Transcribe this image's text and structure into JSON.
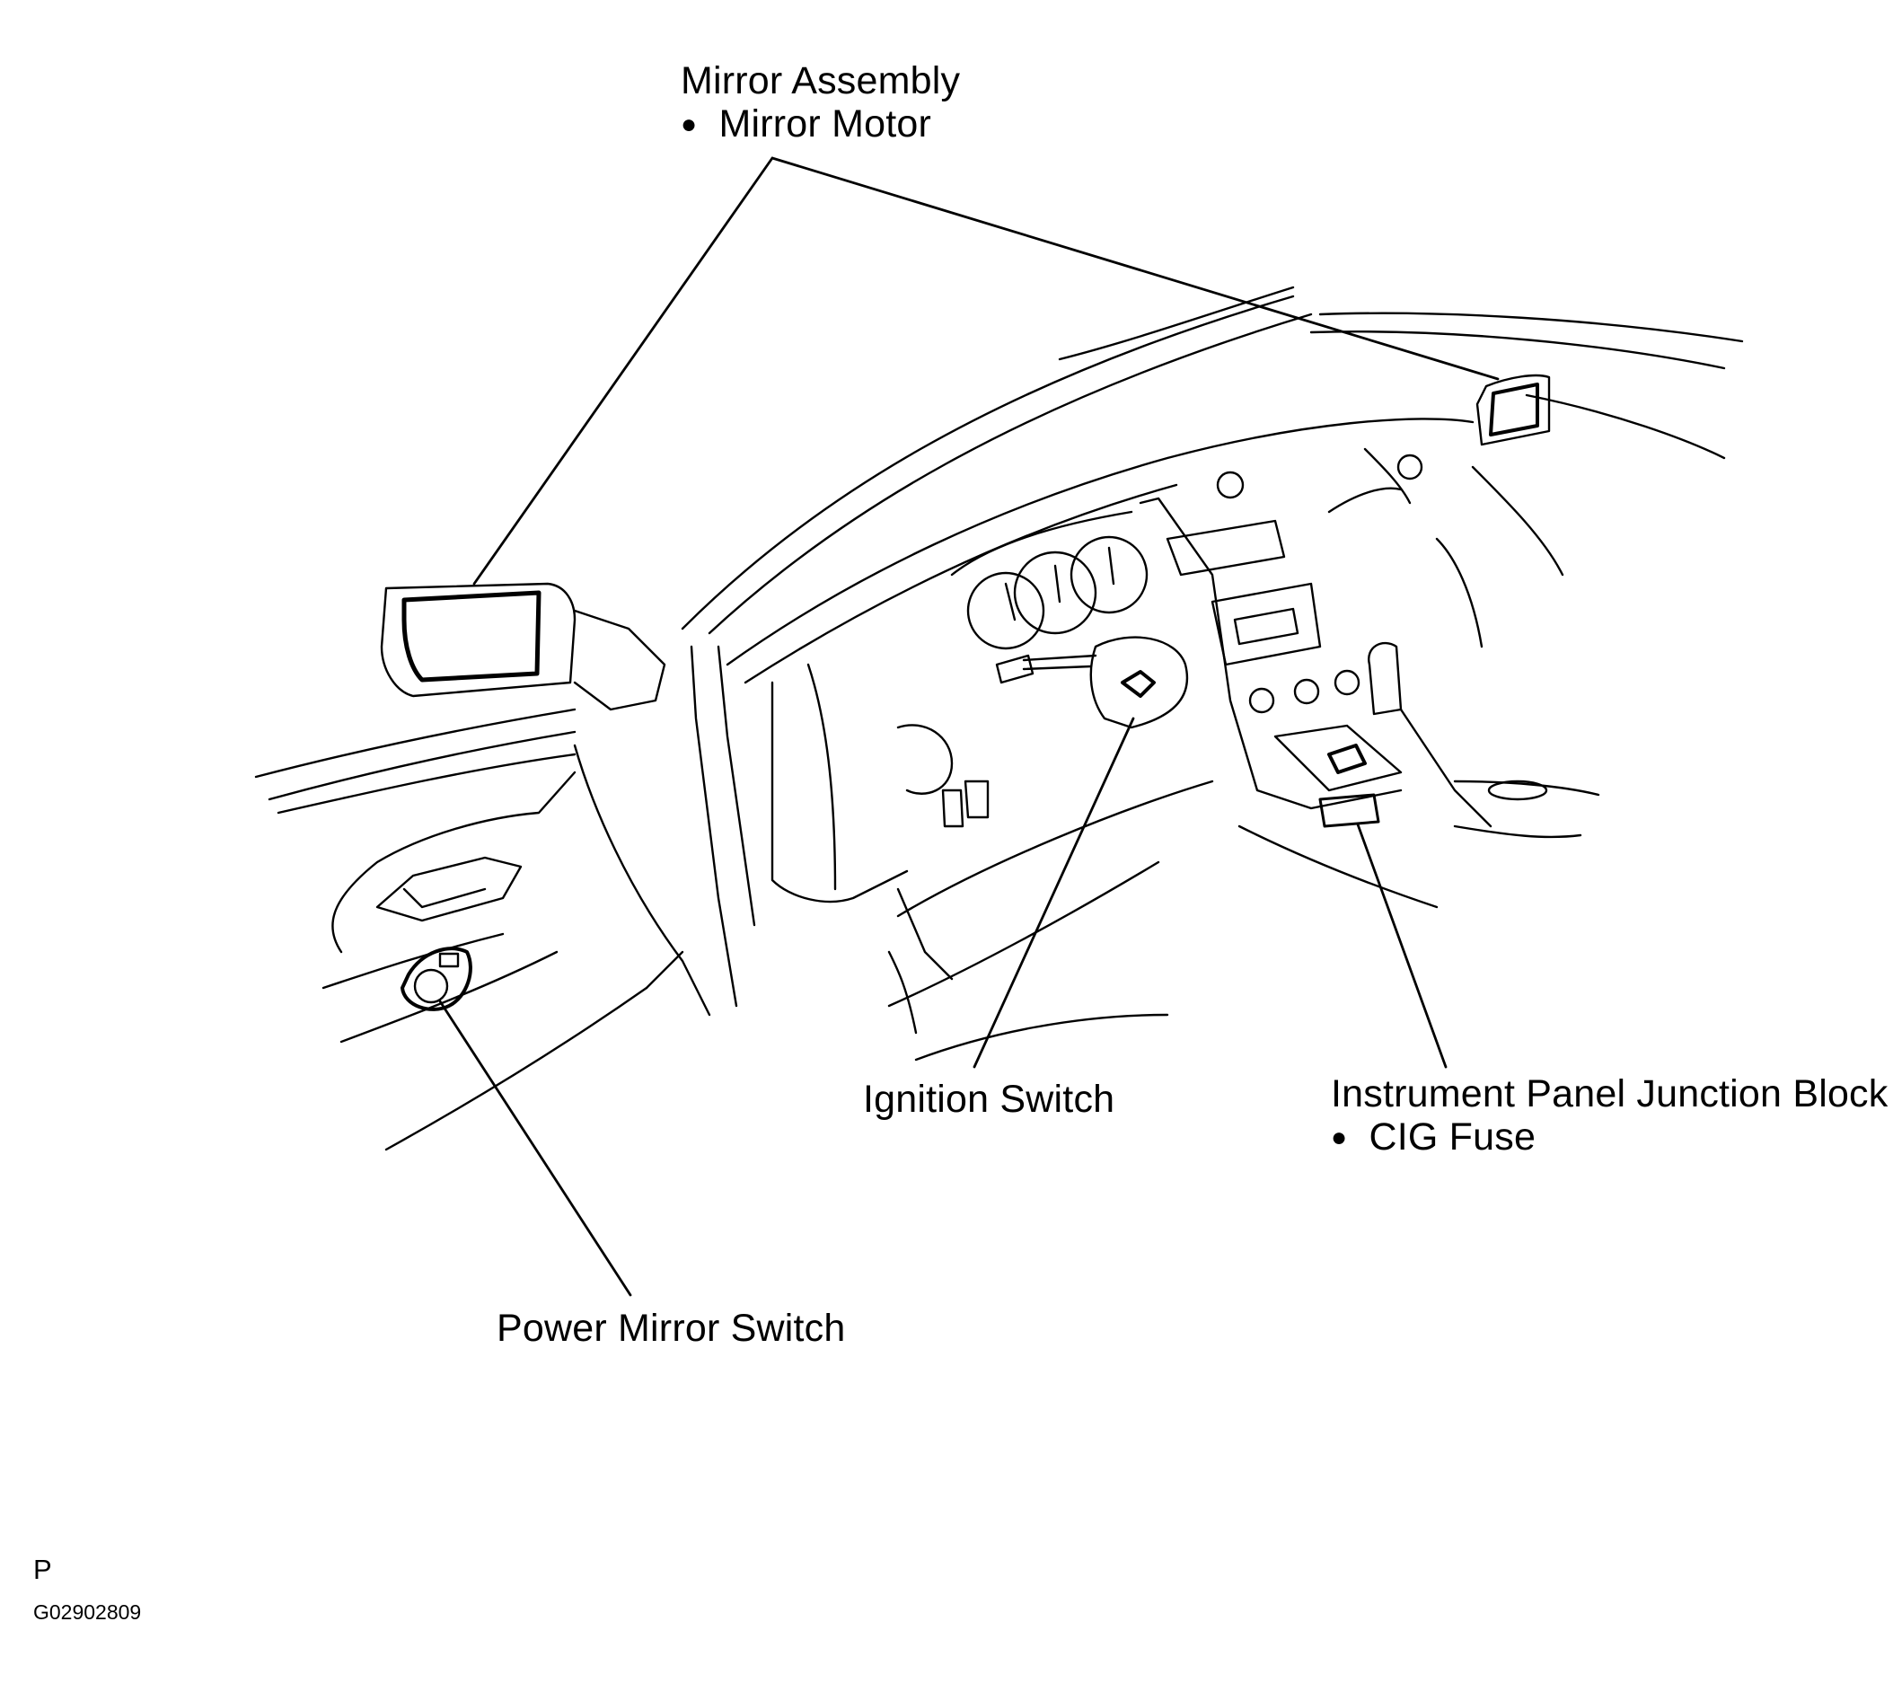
{
  "labels": {
    "mirror_assembly": "Mirror Assembly",
    "mirror_motor": "Mirror Motor",
    "ignition_switch": "Ignition Switch",
    "junction_block": "Instrument Panel Junction Block",
    "cig_fuse": "CIG Fuse",
    "power_mirror_switch": "Power Mirror Switch"
  },
  "footer": {
    "page_code": "P",
    "figure_id": "G02902809"
  },
  "colors": {
    "line": "#000000",
    "background": "#ffffff"
  }
}
